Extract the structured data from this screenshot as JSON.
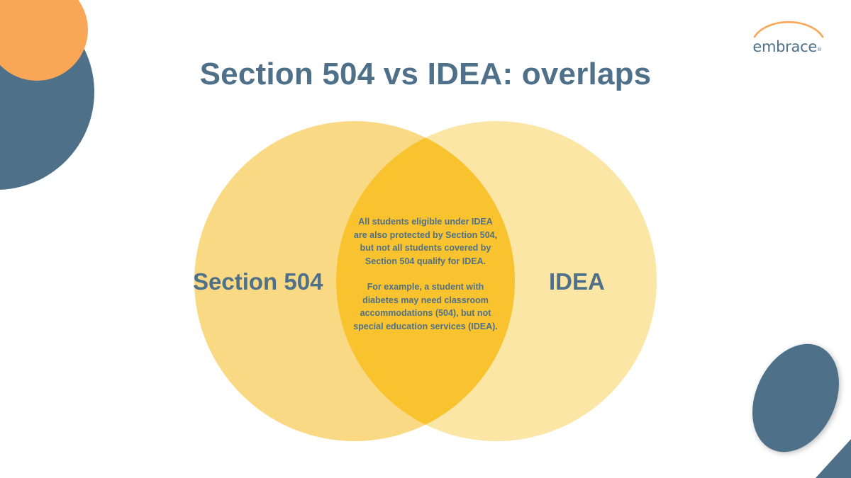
{
  "slide": {
    "title": "Section 504 vs IDEA: overlaps"
  },
  "logo": {
    "text": "embrace",
    "mark": "®"
  },
  "venn": {
    "left_label": "Section 504",
    "right_label": "IDEA",
    "overlap_paragraphs": [
      "All students eligible under IDEA are also protected by Section 504, but not all students covered by Section 504 qualify for IDEA.",
      "For example, a student with diabetes may need classroom accommodations (504), but not special education services (IDEA)."
    ]
  },
  "colors": {
    "accent_blue": "#4f7089",
    "accent_orange": "#f9a756",
    "left_circle": "#fad985",
    "right_circle": "#fbe6a6",
    "overlap": "#f9c22f"
  }
}
